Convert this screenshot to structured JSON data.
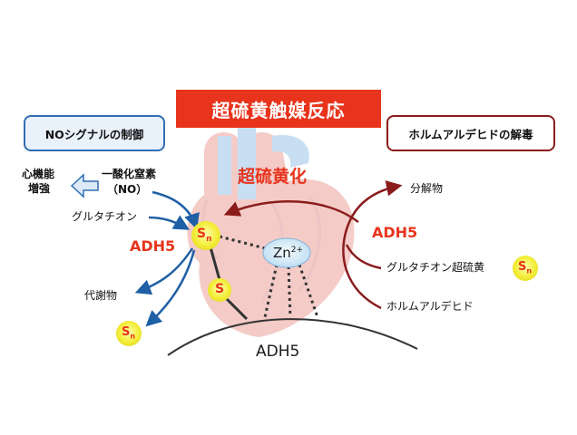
{
  "title": "超硫黄触媒反応",
  "left_box": "NOシグナルの制御",
  "right_box": "ホルムアルデヒドの解毒",
  "center_label": "超硫黄化",
  "left": {
    "heart_function_line1": "心機能",
    "heart_function_line2": "増強",
    "no_line1": "一酸化窒素",
    "no_line2": "（NO）",
    "glutathione": "グルタチオン",
    "adh5": "ADH5",
    "metabolite": "代謝物"
  },
  "right": {
    "decomposition": "分解物",
    "adh5": "ADH5",
    "glutathione_persulfide": "グルタチオン超硫黄",
    "formaldehyde": "ホルムアルデヒド"
  },
  "nodes": {
    "sn": "S",
    "sn_sub": "n",
    "s": "S",
    "zn": "Zn",
    "zn_sup": "2+",
    "enzyme": "ADH5"
  },
  "colors": {
    "title_bg": "#e8341c",
    "blue": "#1f5fa5",
    "dark_red": "#8a1c1c",
    "accent_red": "#e8341c",
    "sulfur_fill": "#f7f24a",
    "zinc_fill": "#cfe6f7"
  },
  "icons": [
    "heart-illustration",
    "arrow-left-outline-icon"
  ]
}
